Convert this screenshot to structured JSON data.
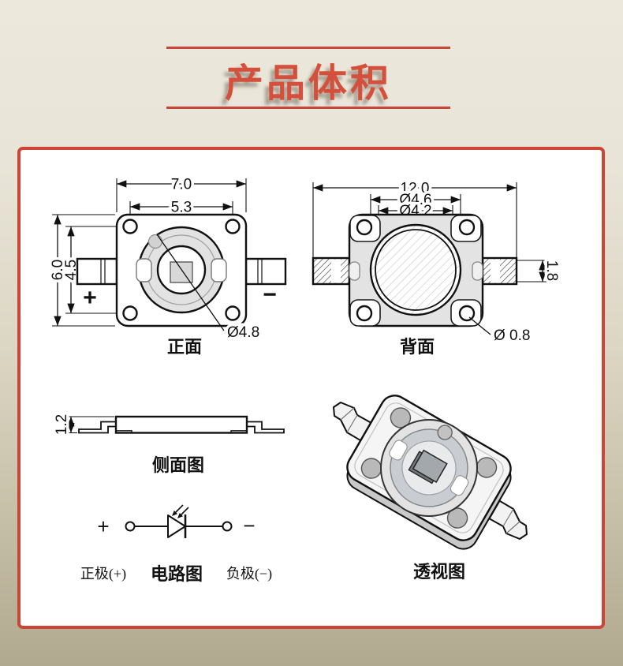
{
  "header": {
    "title": "产品体积"
  },
  "views": {
    "front": {
      "label": "正面",
      "dim_width": "7.0",
      "dim_hole_pitch_h": "5.3",
      "dim_height": "6.0",
      "dim_hole_pitch_v": "4.5",
      "dim_lens": "Ø4.8",
      "plus": "+",
      "minus": "−"
    },
    "back": {
      "label": "背面",
      "dim_total_width": "12.0",
      "dim_outer_dia": "Ø4.6",
      "dim_inner_dia": "Ø4.2",
      "dim_lead_height": "1.8",
      "dim_hole_dia": "Ø 0.8"
    },
    "side": {
      "label": "侧面图",
      "dim_thickness": "1.2"
    },
    "circuit": {
      "label": "电路图",
      "plus": "+",
      "minus": "−",
      "anode": "正极(+)",
      "cathode": "负极(−)"
    },
    "perspective": {
      "label": "透视图"
    }
  },
  "colors": {
    "accent_red": "#cd4537",
    "title_red": "#d5503c",
    "page_bg_top": "#ece8dc",
    "page_bg_bottom": "#b0a98f",
    "panel_bg": "#ffffff",
    "line_ink": "#1a1a1a",
    "body_gray": "#e3e3e3"
  }
}
